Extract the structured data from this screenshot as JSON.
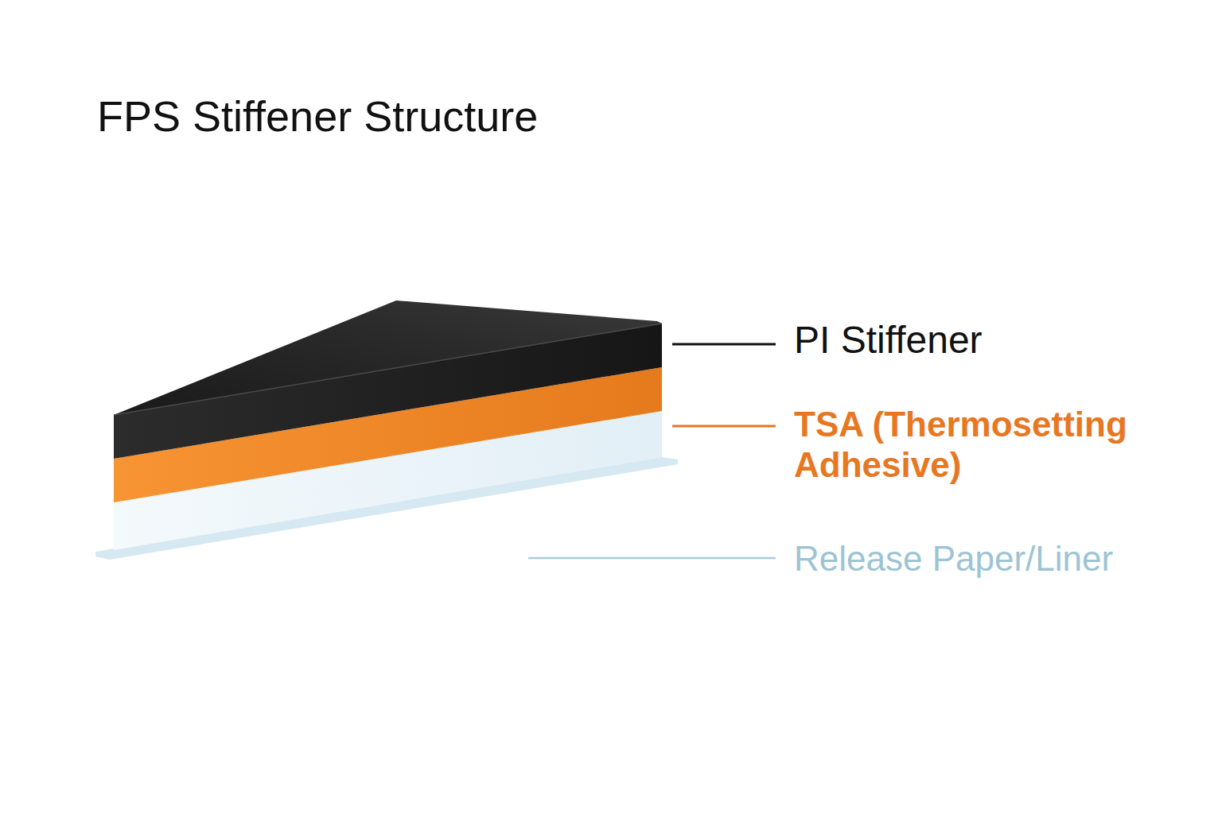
{
  "diagram": {
    "title": "FPS Stiffener Structure",
    "labels": [
      "PI Stiffener",
      "TSA (Thermosetting Adhesive)",
      "Release Paper/Liner"
    ]
  }
}
